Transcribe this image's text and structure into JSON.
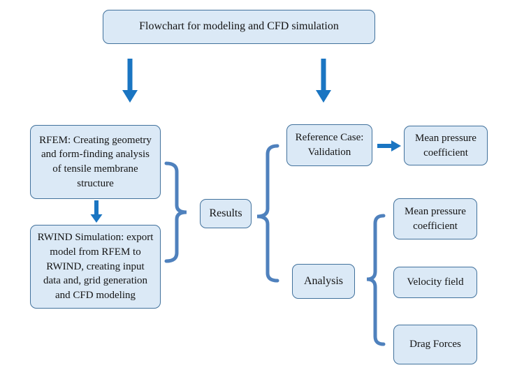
{
  "title": "Flowchart for modeling and CFD simulation",
  "colors": {
    "box_fill": "#dbe9f6",
    "box_border": "#41719c",
    "arrow_blue": "#1a75c2",
    "brace_blue": "#4f81bd",
    "text": "#141414",
    "background": "#ffffff"
  },
  "nodes": {
    "rfem": "RFEM: Creating geometry\nand form-finding analysis\nof tensile membrane\nstructure",
    "rwind": "RWIND Simulation: export\nmodel from RFEM to\nRWIND, creating input\ndata and, grid generation\nand CFD modeling",
    "results": "Results",
    "reference_case": "Reference Case:\nValidation",
    "mean_pressure_validation": "Mean pressure\ncoefficient",
    "analysis": "Analysis",
    "mean_pressure_analysis": "Mean pressure\ncoefficient",
    "velocity_field": "Velocity field",
    "drag_forces": "Drag Forces"
  }
}
